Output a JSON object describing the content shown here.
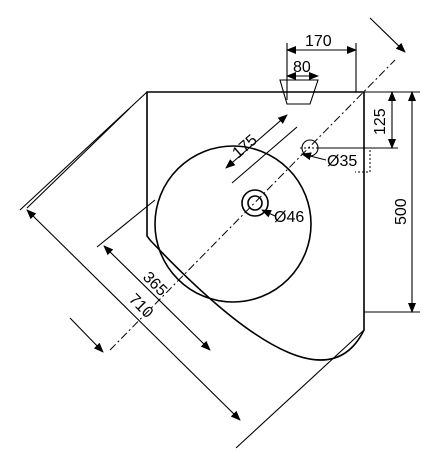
{
  "dimensions": {
    "width_top": "170",
    "tap_offset": "80",
    "tap_drop": "125",
    "height_right": "500",
    "tap_distance": "175",
    "tap_hole": "Ø35",
    "drain_hole": "Ø46",
    "bowl_depth": "365",
    "diagonal_width": "710"
  }
}
